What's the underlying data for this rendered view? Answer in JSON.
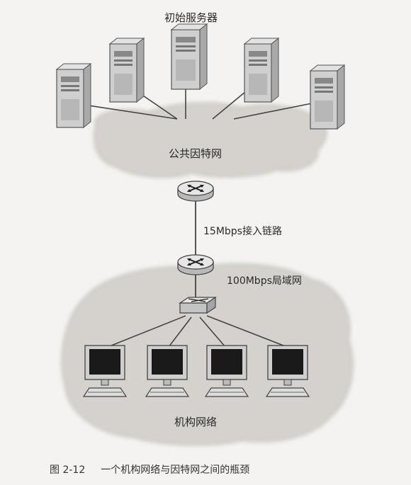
{
  "labels": {
    "origin_servers": "初始服务器",
    "public_internet": "公共因特网",
    "access_link": "15Mbps接入链路",
    "lan": "100Mbps局域网",
    "institutional_network": "机构网络"
  },
  "caption": {
    "number": "图 2-12",
    "text": "一个机构网络与因特网之间的瓶颈"
  },
  "colors": {
    "cloud": "#d5d2ce",
    "cloud_edge": "#c3bfba",
    "line": "#444444",
    "device": "#cfcfcf",
    "screen": "#1a1a1a"
  },
  "icons": {
    "servers": "server-tower-icon",
    "routers": "router-icon",
    "switch": "switch-icon",
    "hosts": "desktop-computer-icon"
  }
}
